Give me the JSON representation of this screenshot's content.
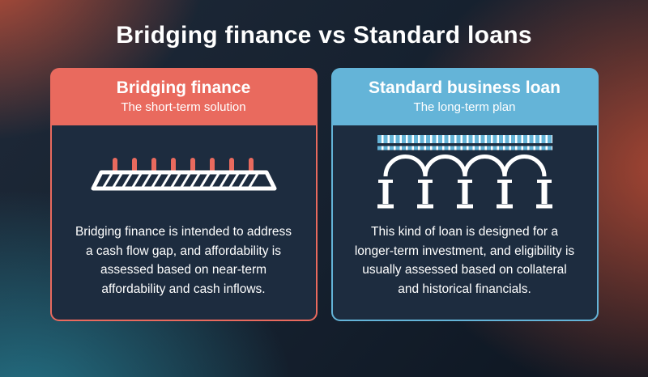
{
  "page": {
    "title": "Bridging finance vs Standard loans"
  },
  "cards": [
    {
      "id": "bridging-finance",
      "title": "Bridging finance",
      "subtitle": "The short-term solution",
      "description": "Bridging finance is intended to address a cash flow gap, and affordability is assessed based on near-term affordability and cash inflows.",
      "icon": "flat-bridge-icon",
      "accent_color": "#e96a5e"
    },
    {
      "id": "standard-business-loan",
      "title": "Standard business loan",
      "subtitle": "The long-term plan",
      "description": "This kind of loan is designed for a longer-term investment, and eligibility is usually assessed based on collateral and historical financials.",
      "icon": "arch-bridge-icon",
      "accent_color": "#64b4d8"
    }
  ],
  "colors": {
    "background": "#141f2d",
    "glow_warm": "#e45838",
    "glow_cool": "#2ba7be",
    "card_body": "#1d2c3f",
    "text": "#ffffff"
  }
}
